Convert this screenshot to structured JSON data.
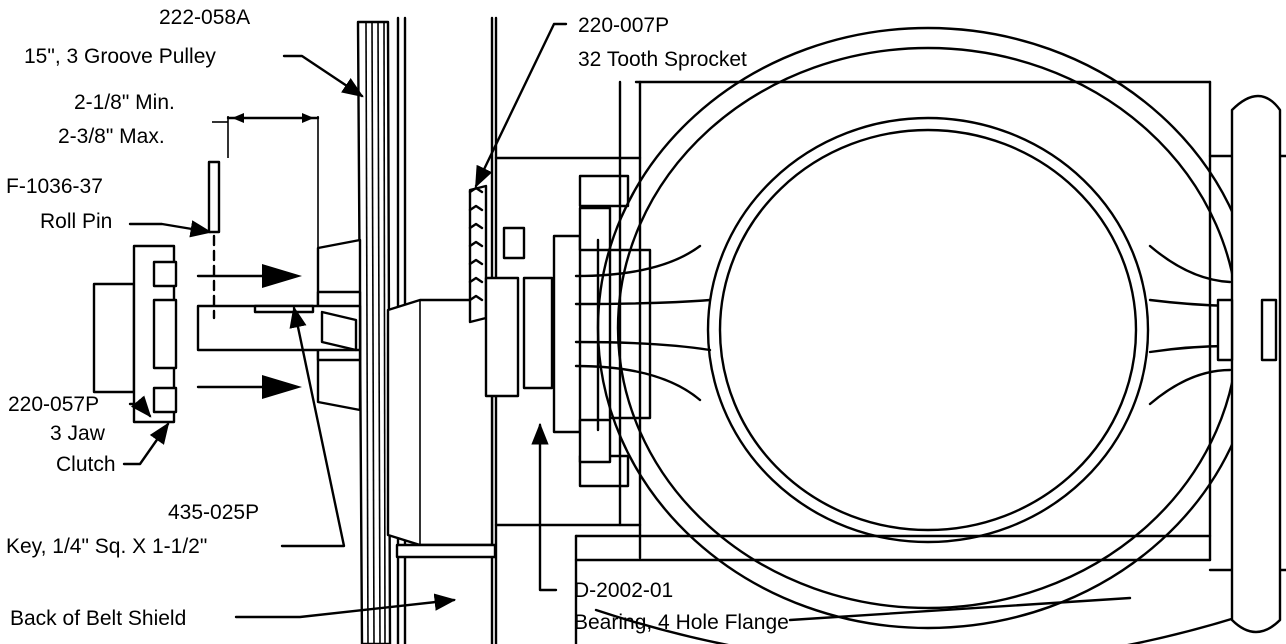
{
  "callouts": {
    "pulley": {
      "part": "222-058A",
      "desc": "15\", 3 Groove Pulley"
    },
    "sprocket": {
      "part": "220-007P",
      "desc": "32 Tooth Sprocket"
    },
    "dimension": {
      "min": "2-1/8\" Min.",
      "max": "2-3/8\" Max."
    },
    "roll_pin": {
      "part": "F-1036-37",
      "desc": "Roll Pin"
    },
    "clutch": {
      "part": "220-057P",
      "desc1": "3 Jaw",
      "desc2": "Clutch"
    },
    "key": {
      "part": "435-025P",
      "desc": "Key, 1/4\" Sq. X 1-1/2\""
    },
    "bearing": {
      "part": "D-2002-01",
      "desc": "Bearing, 4 Hole Flange"
    },
    "belt_shield": {
      "desc": "Back of Belt Shield"
    }
  },
  "colors": {
    "line": "#000000",
    "background": "#ffffff"
  }
}
